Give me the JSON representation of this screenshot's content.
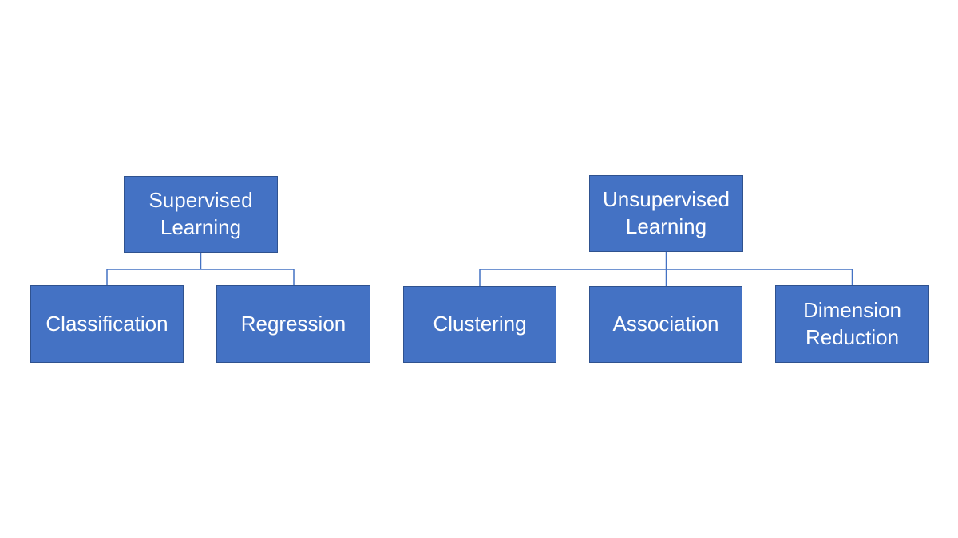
{
  "colors": {
    "background": "#FFFFFF",
    "box_fill": "#4472C4",
    "box_border": "#2F528F",
    "connector": "#4472C4",
    "text": "#FFFFFF"
  },
  "tree": {
    "supervised": {
      "label": "Supervised Learning",
      "children": [
        {
          "label": "Classification"
        },
        {
          "label": "Regression"
        }
      ]
    },
    "unsupervised": {
      "label": "Unsupervised Learning",
      "children": [
        {
          "label": "Clustering"
        },
        {
          "label": "Association"
        },
        {
          "label": "Dimension Reduction"
        }
      ]
    }
  }
}
